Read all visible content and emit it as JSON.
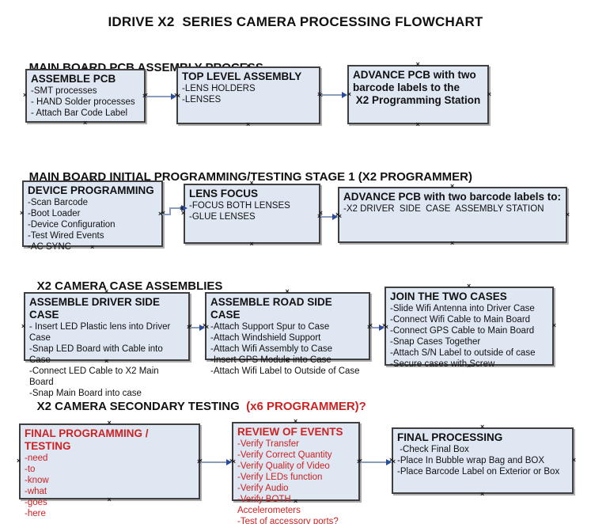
{
  "title": "IDRIVE X2  SERIES CAMERA PROCESSING FLOWCHART",
  "colors": {
    "box_fill": "#dfe7f3",
    "box_border": "#3f3f3f",
    "red_text": "#cc2222",
    "arrow_line": "#8a9cc0",
    "arrow_head": "#2a4c9c"
  },
  "sections": [
    {
      "heading": "MAIN BOARD PCB ASSEMBLY PROCESS",
      "heading_suffix": "",
      "boxes": [
        {
          "title": "ASSEMBLE PCB",
          "items": [
            "-SMT processes",
            "- HAND Solder processes",
            "- Attach Bar Code Label"
          ]
        },
        {
          "title": "TOP LEVEL ASSEMBLY",
          "items": [
            "-LENS HOLDERS",
            "-LENSES"
          ]
        },
        {
          "title": "ADVANCE PCB with two\nbarcode labels to the\n X2 Programming Station",
          "items": []
        }
      ]
    },
    {
      "heading": "MAIN BOARD INITIAL PROGRAMMING/TESTING STAGE 1 (X2 PROGRAMMER)",
      "heading_suffix": "",
      "boxes": [
        {
          "title": "DEVICE PROGRAMMING",
          "items": [
            "-Scan Barcode",
            "-Boot Loader",
            "-Device Configuration",
            "-Test Wired Events",
            "-AC SYNC"
          ]
        },
        {
          "title": "LENS FOCUS",
          "items": [
            "-FOCUS BOTH LENSES",
            "-GLUE LENSES"
          ]
        },
        {
          "title": "ADVANCE PCB with two barcode labels to:",
          "items": [
            "-X2 DRIVER  SIDE  CASE  ASSEMBLY STATION"
          ]
        }
      ]
    },
    {
      "heading": "X2 CAMERA CASE ASSEMBLIES",
      "heading_suffix": "",
      "boxes": [
        {
          "title": "ASSEMBLE DRIVER SIDE CASE",
          "items": [
            "- Insert LED Plastic lens into Driver Case",
            "-Snap LED Board with Cable into Case",
            "-Connect LED Cable to X2 Main Board",
            "-Snap Main Board into case"
          ]
        },
        {
          "title": "ASSEMBLE ROAD SIDE CASE",
          "items": [
            "-Attach Support Spur to Case",
            "-Attach Windshield Support",
            "-Attach Wifi Assembly to Case",
            "-Insert GPS Module into Case",
            "-Attach Wifi Label to Outside of Case"
          ]
        },
        {
          "title": "JOIN THE TWO CASES",
          "items": [
            "-Slide Wifi Antenna into Driver Case",
            "-Connect Wifi Cable to Main Board",
            "-Connect GPS Cable to Main Board",
            "-Snap Cases Together",
            "-Attach S/N Label to outside of case",
            "-Secure cases with Screw"
          ]
        }
      ]
    },
    {
      "heading": "X2 CAMERA SECONDARY TESTING  ",
      "heading_suffix": "(x6 PROGRAMMER)?",
      "boxes": [
        {
          "title": "FINAL PROGRAMMING / TESTING",
          "items": [
            "-need",
            "-to",
            "-know",
            "-what",
            "-goes",
            "-here"
          ]
        },
        {
          "title": "REVIEW OF EVENTS",
          "items": [
            "-Verify Transfer",
            "-Verify Correct Quantity",
            "-Verify Quality of Video",
            "-Verify LEDs function",
            "-Verify Audio",
            "-Verify BOTH Accelerometers",
            "-Test of accessory ports?"
          ]
        },
        {
          "title": "FINAL PROCESSING",
          "items": [
            " -Check Final Box",
            "-Place In Bubble wrap Bag and BOX",
            "-Place Barcode Label on Exterior or Box"
          ]
        }
      ]
    }
  ]
}
